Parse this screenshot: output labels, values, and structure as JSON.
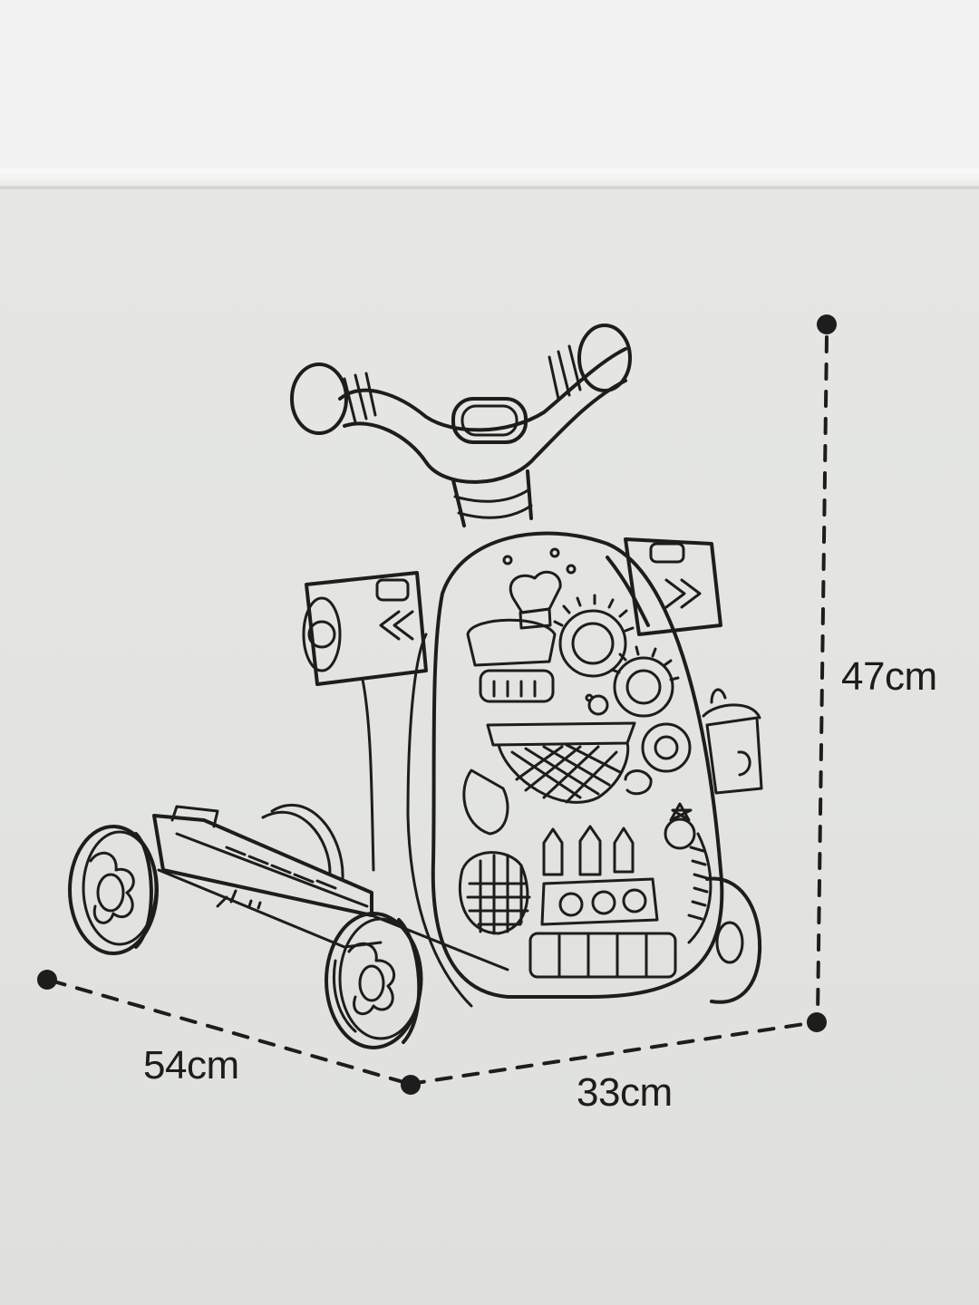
{
  "dimensions": {
    "height": "47cm",
    "length": "54cm",
    "width": "33cm"
  },
  "colors": {
    "background": "#e4e5e1",
    "ink": "#1d1d1d"
  },
  "icons": [
    "baby-walker-illustration",
    "dimension-dot",
    "dashed-dimension-line"
  ]
}
